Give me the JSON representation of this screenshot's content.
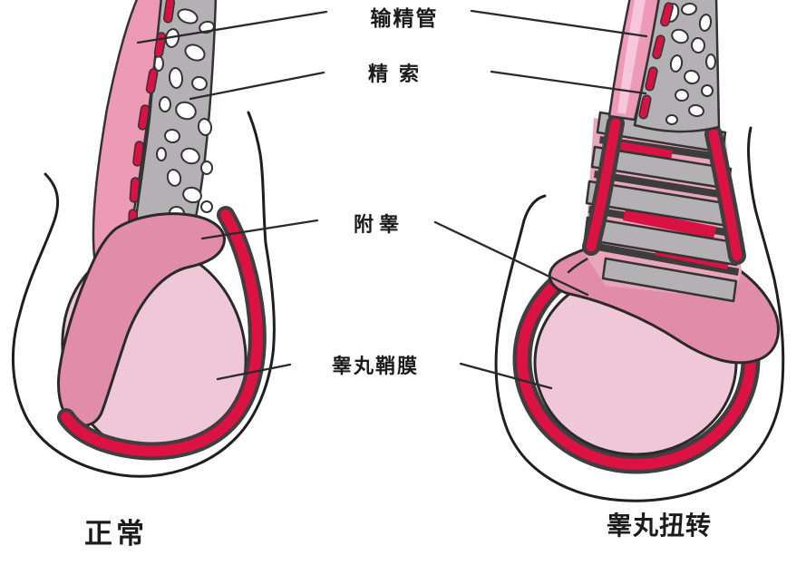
{
  "diagram": {
    "type": "medical-anatomy-illustration",
    "labels": {
      "vas_deferens": "输精管",
      "spermatic_cord": "精索",
      "epididymis": "附睾",
      "tunica_vaginalis": "睾丸鞘膜"
    },
    "captions": {
      "left": "正常",
      "right": "睾丸扭转"
    },
    "colors": {
      "background": "#ffffff",
      "outline": "#1f1f1f",
      "leader_line": "#2a2a2a",
      "red": "#dc1243",
      "red_border": "#3f3f3f",
      "testis_pink": "#efc7d6",
      "epididymis_pink": "#e18daa",
      "cord_pink": "#ec9ab6",
      "cord_pink_light": "#f6c6da",
      "mesh_gray": "#b3b1b4",
      "twist_base_pink": "#e9a6bb",
      "text": "#1c1c1c"
    }
  }
}
